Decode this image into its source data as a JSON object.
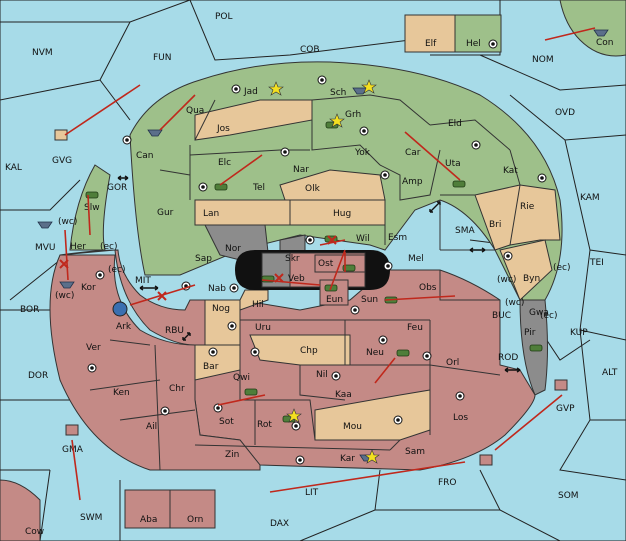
{
  "map": {
    "sea_labels": [
      "POL",
      "NVM",
      "FUN",
      "COB",
      "NOM",
      "OVD",
      "KAL",
      "KAM",
      "TEI",
      "BOR",
      "KUP",
      "ALT",
      "DOR",
      "SOM",
      "SWM",
      "LIT",
      "FRO",
      "DAX",
      "SMA",
      "MIT",
      "RBU",
      "GOR",
      "BUC",
      "ROD",
      "MVU"
    ],
    "land_labels": [
      "Elf",
      "Hel",
      "Con",
      "Jad",
      "Sch",
      "Qua",
      "Jos",
      "Grh",
      "Eld",
      "Can",
      "GVG",
      "Yok",
      "Car",
      "Uta",
      "Elc",
      "Nar",
      "Kat",
      "Tel",
      "Amp",
      "Olk",
      "Gur",
      "Lan",
      "Hug",
      "Rie",
      "Bri",
      "Esm",
      "Slw",
      "Wil",
      "Nor",
      "Skr",
      "Mel",
      "Sap",
      "Ost",
      "Byn",
      "Her",
      "Veb",
      "Obs",
      "Kor",
      "Nab",
      "Eun",
      "Sun",
      "Gwa",
      "Ark",
      "Hil",
      "Nog",
      "Uru",
      "Feu",
      "Pir",
      "Bar",
      "Chp",
      "Ver",
      "Qwi",
      "Neu",
      "Orl",
      "Ken",
      "Nil",
      "Chr",
      "Kaa",
      "GVP",
      "Ail",
      "Sot",
      "Rot",
      "Mou",
      "Los",
      "GMA",
      "Zin",
      "Kar",
      "Sam",
      "Aba",
      "Orn",
      "Cow"
    ],
    "coast_tags": [
      "(wc)",
      "(ec)",
      "(wc)",
      "(ec)",
      "(wc)",
      "(ec)",
      "(wc)",
      "(ec)"
    ]
  }
}
